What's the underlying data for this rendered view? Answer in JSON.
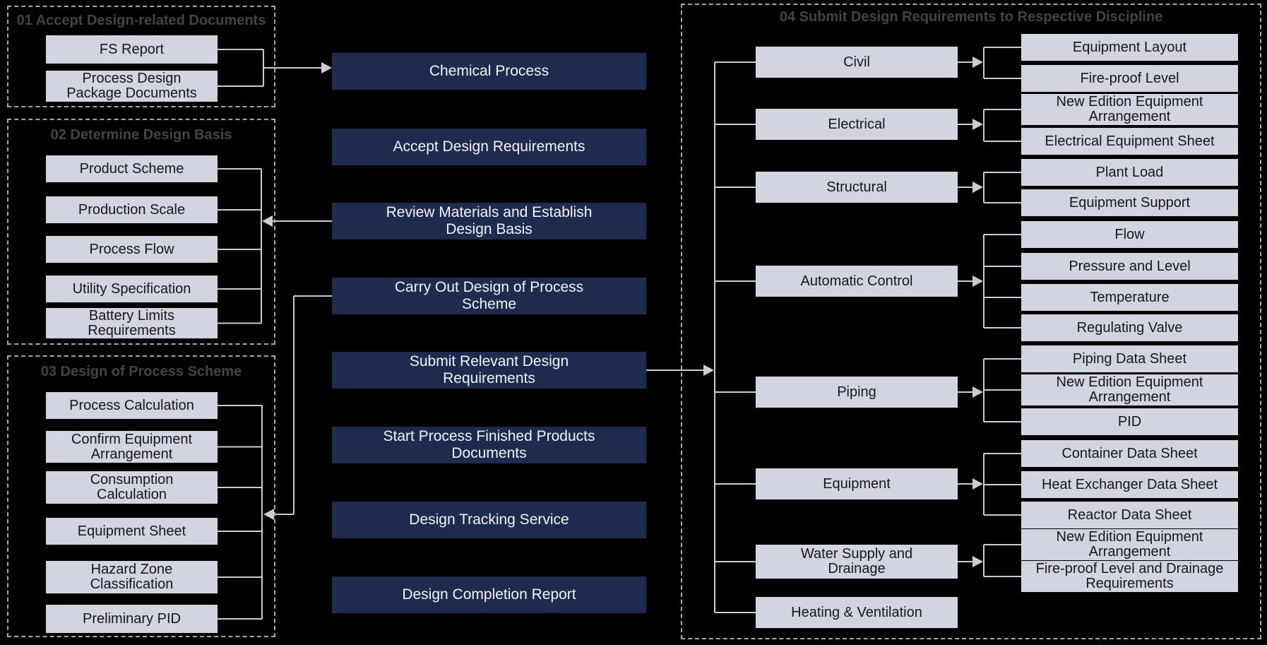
{
  "colors": {
    "background": "#000000",
    "process_box": "#1e2a4e",
    "process_text": "#f2f3f6",
    "item_box": "#d2d5df",
    "item_text": "#17181c",
    "section_title": "#434343",
    "connector": "#c9ccd5",
    "dashed_border": "#a6a6a6"
  },
  "sections": {
    "s01": {
      "title": "01 Accept Design-related Documents",
      "items": [
        "FS Report",
        "Process Design\nPackage Documents"
      ]
    },
    "s02": {
      "title": "02 Determine Design Basis",
      "items": [
        "Product Scheme",
        "Production Scale",
        "Process Flow",
        "Utility Specification",
        "Battery Limits\nRequirements"
      ]
    },
    "s03": {
      "title": "03 Design of Process Scheme",
      "items": [
        "Process Calculation",
        "Confirm Equipment\nArrangement",
        "Consumption\nCalculation",
        "Equipment Sheet",
        "Hazard Zone\nClassification",
        "Preliminary PID"
      ]
    },
    "s04": {
      "title": "04 Submit Design Requirements to Respective Discipline",
      "disciplines": [
        {
          "name": "Civil",
          "outputs": [
            "Equipment Layout",
            "Fire-proof Level"
          ]
        },
        {
          "name": "Electrical",
          "outputs": [
            "New Edition Equipment\nArrangement",
            "Electrical Equipment Sheet"
          ]
        },
        {
          "name": "Structural",
          "outputs": [
            "Plant Load",
            "Equipment Support"
          ]
        },
        {
          "name": "Automatic Control",
          "outputs": [
            "Flow",
            "Pressure and Level",
            "Temperature",
            "Regulating Valve"
          ]
        },
        {
          "name": "Piping",
          "outputs": [
            "Piping Data Sheet",
            "New Edition Equipment\nArrangement",
            "PID"
          ]
        },
        {
          "name": "Equipment",
          "outputs": [
            "Container Data Sheet",
            "Heat Exchanger Data Sheet",
            "Reactor Data Sheet"
          ]
        },
        {
          "name": "Water Supply and\nDrainage",
          "outputs": [
            "New Edition Equipment\nArrangement",
            "Fire-proof Level and Drainage\nRequirements"
          ]
        },
        {
          "name": "Heating & Ventilation",
          "outputs": []
        }
      ]
    }
  },
  "process_steps": [
    "Chemical Process",
    "Accept Design Requirements",
    "Review Materials and Establish\nDesign Basis",
    "Carry Out Design of Process\nScheme",
    "Submit Relevant Design\nRequirements",
    "Start Process Finished Products\nDocuments",
    "Design Tracking Service",
    "Design Completion Report"
  ]
}
